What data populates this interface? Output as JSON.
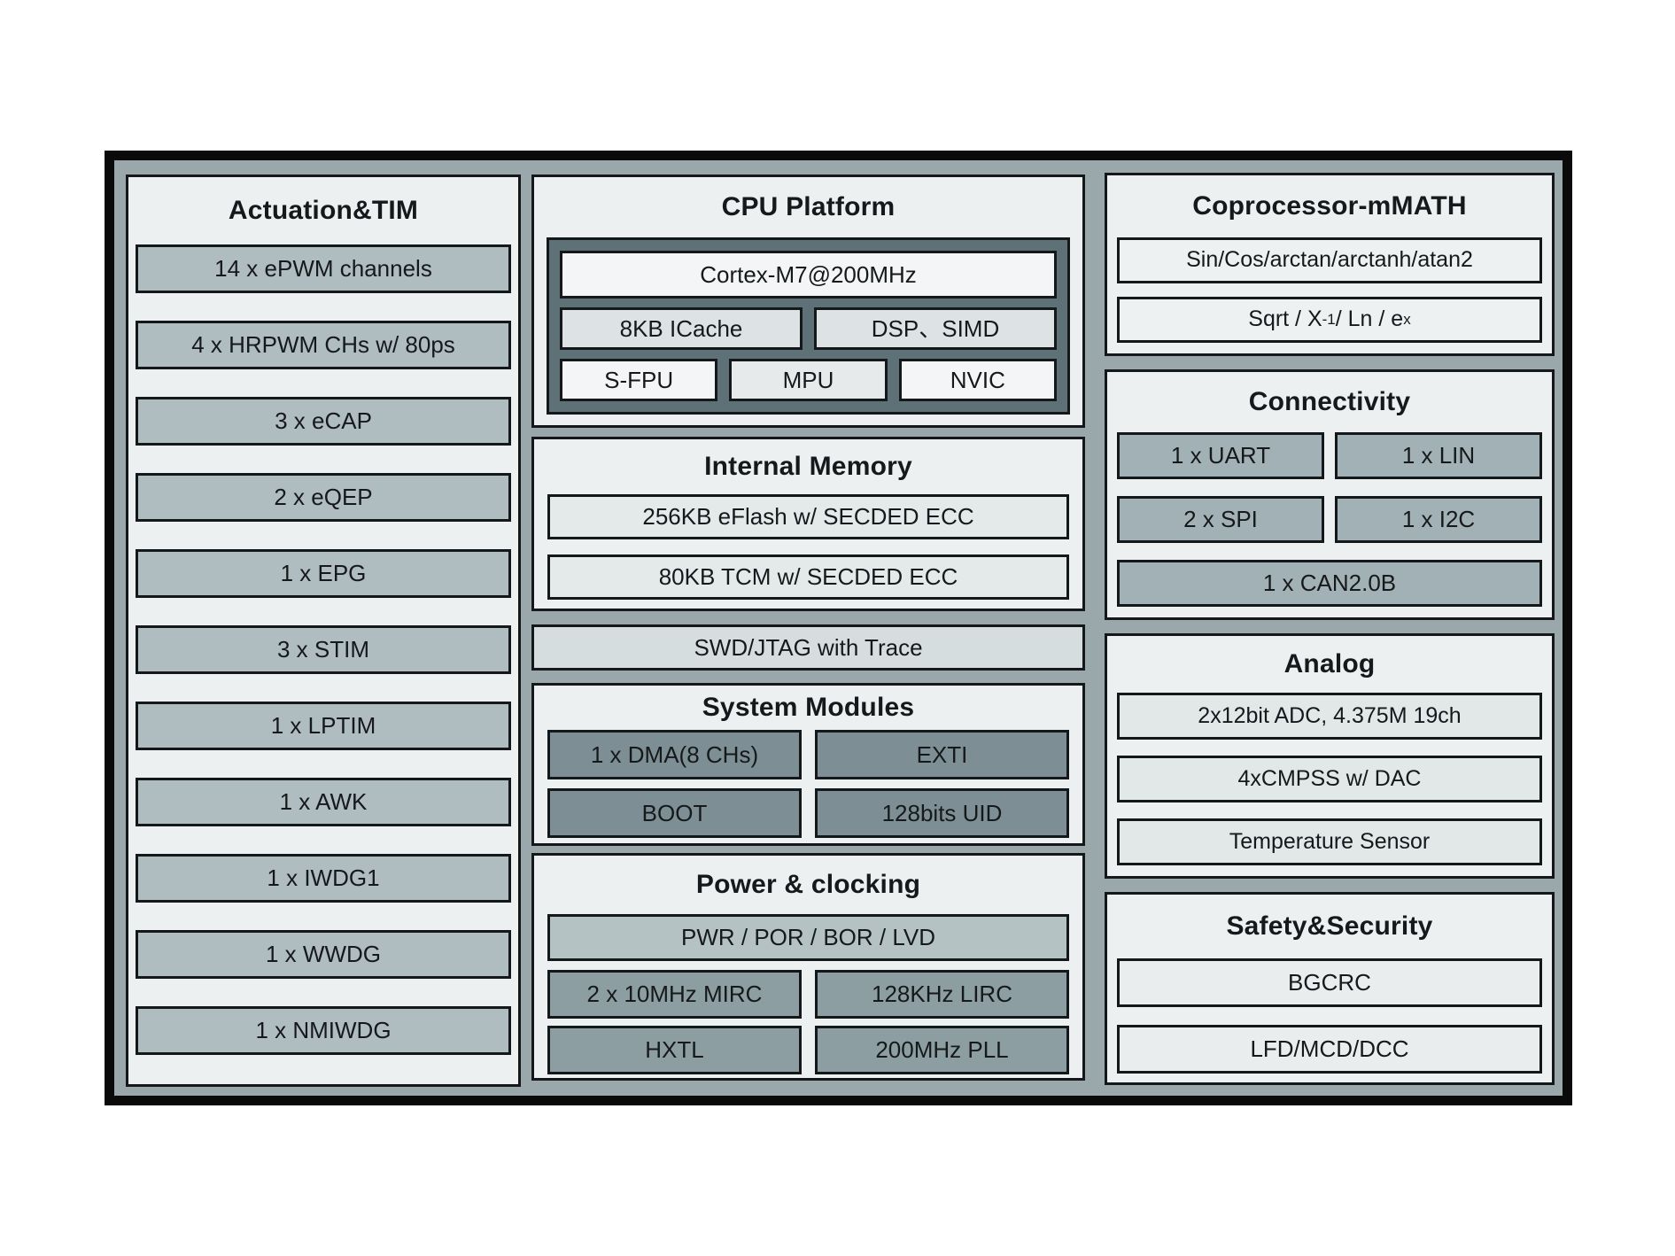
{
  "sections": {
    "actuation": {
      "title": "Actuation&TIM",
      "items": [
        "14 x ePWM channels",
        "4 x HRPWM CHs w/ 80ps",
        "3 x eCAP",
        "2 x eQEP",
        "1 x EPG",
        "3 x STIM",
        "1 x LPTIM",
        "1 x AWK",
        "1 x IWDG1",
        "1 x WWDG",
        "1 x NMIWDG"
      ]
    },
    "cpu": {
      "title": "CPU Platform",
      "core": "Cortex-M7@200MHz",
      "icache": "8KB ICache",
      "dsp": "DSP、SIMD",
      "sfpu": "S-FPU",
      "mpu": "MPU",
      "nvic": "NVIC"
    },
    "memory": {
      "title": "Internal Memory",
      "items": [
        "256KB eFlash w/ SECDED ECC",
        "80KB TCM w/ SECDED ECC"
      ]
    },
    "debug": {
      "label": "SWD/JTAG with Trace"
    },
    "system": {
      "title": "System Modules",
      "items": [
        "1 x DMA(8 CHs)",
        "EXTI",
        "BOOT",
        "128bits UID"
      ]
    },
    "power": {
      "title": "Power & clocking",
      "pwr_bar": "PWR / POR / BOR / LVD",
      "items": [
        "2 x 10MHz MIRC",
        "128KHz LIRC",
        "HXTL",
        "200MHz PLL"
      ]
    },
    "coprocessor": {
      "title": "Coprocessor-mMATH",
      "item1": "Sin/Cos/arctan/arctanh/atan2",
      "item2": {
        "pre": "Sqrt / X",
        "sup1": "-1",
        "mid": " / Ln / e",
        "sup2": "x"
      }
    },
    "connectivity": {
      "title": "Connectivity",
      "items": [
        "1 x UART",
        "1 x LIN",
        "2 x SPI",
        "1 x I2C",
        "1 x CAN2.0B"
      ]
    },
    "analog": {
      "title": "Analog",
      "items": [
        "2x12bit ADC, 4.375M 19ch",
        "4xCMPSS w/ DAC",
        "Temperature Sensor"
      ]
    },
    "safety": {
      "title": "Safety&Security",
      "items": [
        "BGCRC",
        "LFD/MCD/DCC"
      ]
    }
  },
  "colors": {
    "page_bg": "#FFFFFF",
    "frame_border": "#0A0A0A",
    "chip_bg": "#9AA8AC",
    "panel_bg": "#EDF0F1",
    "panel_border": "#14181A",
    "cpu_cluster_bg": "#5E7176",
    "block_white": "#F3F5F6",
    "block_light_gray": "#DDE3E4",
    "actuation_block": "#AFBCC0",
    "system_block": "#7D8F94",
    "clock_block": "#8C9EA2",
    "power_bar_block": "#B5C2C4",
    "connectivity_block": "#A2B1B5",
    "memory_block": "#E4E9EA",
    "analog_block": "#E2E7E8",
    "safety_block": "#E9EDEE",
    "swd_bar": "#D6DDDE"
  }
}
